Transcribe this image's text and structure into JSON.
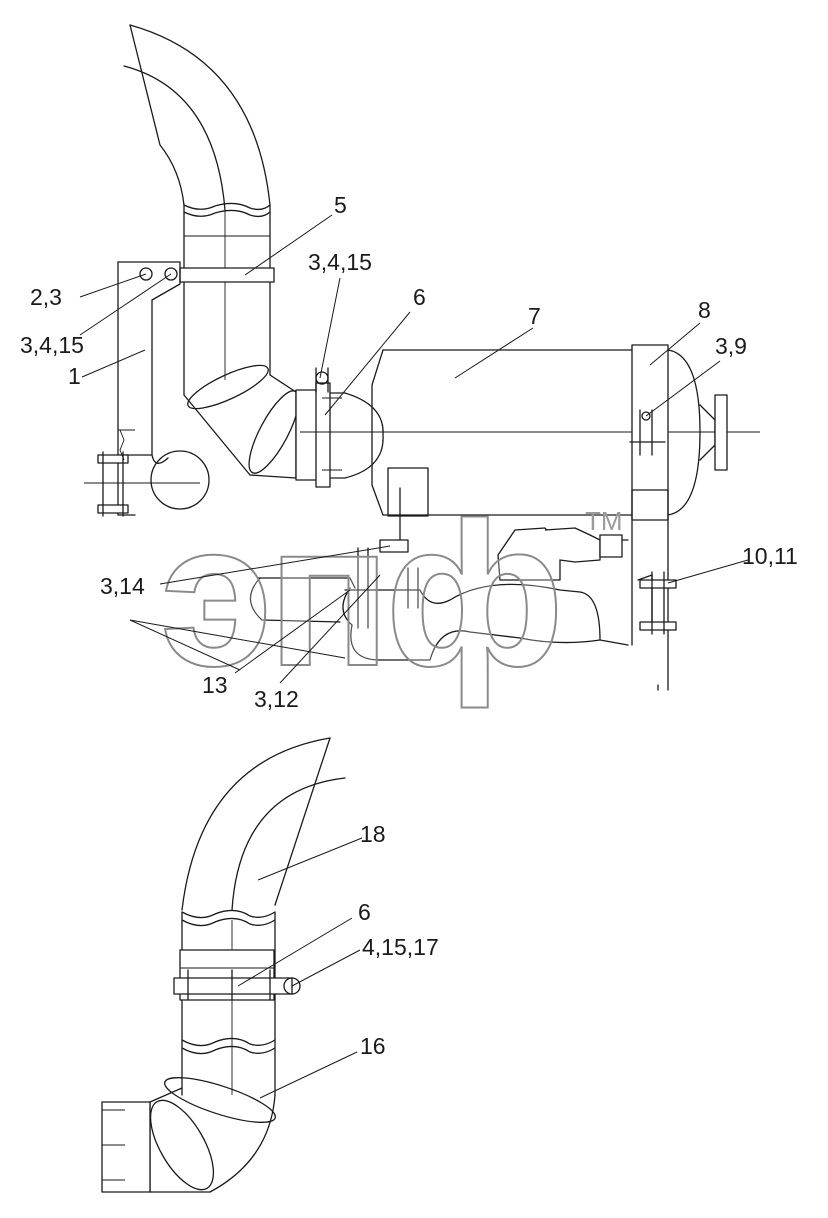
{
  "watermark": {
    "text": "эпф",
    "trademark": "TM"
  },
  "labels": {
    "l5": "5",
    "l3415_top": "3,4,15",
    "l23": "2,3",
    "l3415_left": "3,4,15",
    "l1": "1",
    "l6_top": "6",
    "l7": "7",
    "l8": "8",
    "l39": "3,9",
    "l1011": "10,11",
    "l314": "3,14",
    "l13": "13",
    "l312": "3,12",
    "l18": "18",
    "l6_bottom": "6",
    "l41517": "4,15,17",
    "l16": "16"
  }
}
